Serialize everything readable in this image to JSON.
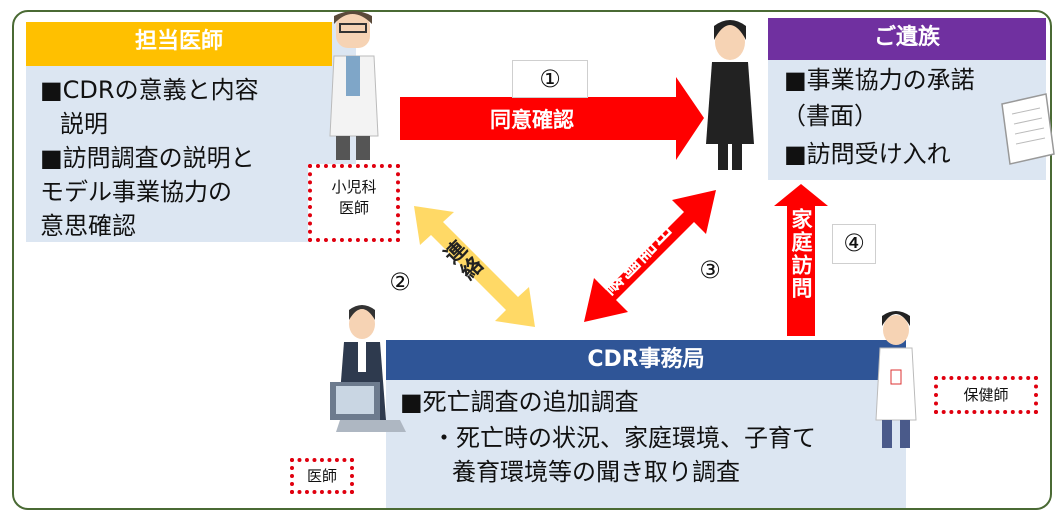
{
  "doctor_box": {
    "title": "担当医師",
    "lines": [
      "■CDRの意義と内容",
      "説明",
      "■訪問調査の説明と",
      "モデル事業協力の",
      "意思確認"
    ],
    "tag": [
      "小児科",
      "医師"
    ]
  },
  "family_box": {
    "title": "ご遺族",
    "lines": [
      "■事業協力の承諾",
      "（書面）",
      "■訪問受け入れ"
    ]
  },
  "office_box": {
    "title": "CDR事務局",
    "lines": [
      "■死亡調査の追加調査",
      "・死亡時の状況、家庭環境、子育て",
      "養育環境等の聞き取り調査"
    ]
  },
  "tags": {
    "doctor": "医師",
    "nurse": "保健師"
  },
  "steps": {
    "s1": {
      "num": "①",
      "label": "同意確認"
    },
    "s2": {
      "num": "②",
      "label": "連絡"
    },
    "s3": {
      "num": "③",
      "label": "日程調整"
    },
    "s4": {
      "num": "④",
      "label": "家庭訪問"
    }
  },
  "colors": {
    "doctor_header": "#ffc000",
    "family_header": "#7030a0",
    "office_header": "#2f5597",
    "arrow_red": "#ff0000",
    "arrow_yellow": "#ffd966",
    "box_fill": "#dce6f2"
  }
}
